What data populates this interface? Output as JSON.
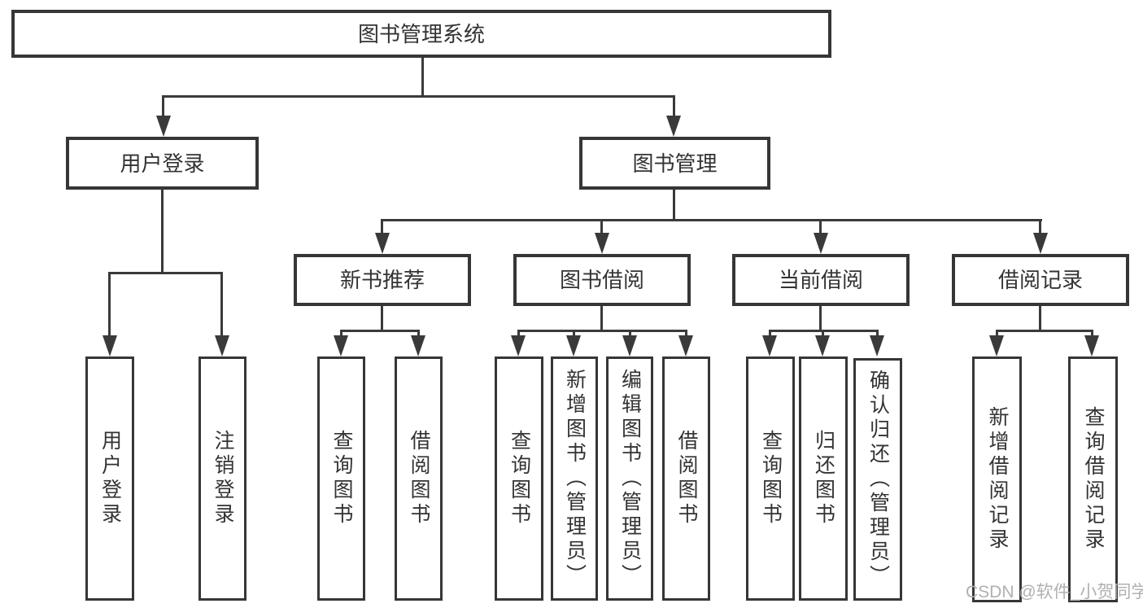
{
  "tree": {
    "root": "图书管理系统",
    "user_branch": {
      "label": "用户登录",
      "children": [
        "用户登录",
        "注销登录"
      ]
    },
    "book_branch": {
      "label": "图书管理",
      "groups": [
        {
          "label": "新书推荐",
          "children": [
            "查询图书",
            "借阅图书"
          ]
        },
        {
          "label": "图书借阅",
          "children": [
            "查询图书",
            "新增图书（管理员）",
            "编辑图书（管理员）",
            "借阅图书"
          ]
        },
        {
          "label": "当前借阅",
          "children": [
            "查询图书",
            "归还图书",
            "确认归还（管理员）"
          ]
        },
        {
          "label": "借阅记录",
          "children": [
            "新增借阅记录",
            "查询借阅记录"
          ]
        }
      ]
    }
  },
  "watermark": "CSDN @软件_小贺同学",
  "colors": {
    "line": "#3a3a3a",
    "box_border": "#363636",
    "text": "#333333",
    "watermark": "#b0b0b0",
    "background": "#ffffff"
  }
}
